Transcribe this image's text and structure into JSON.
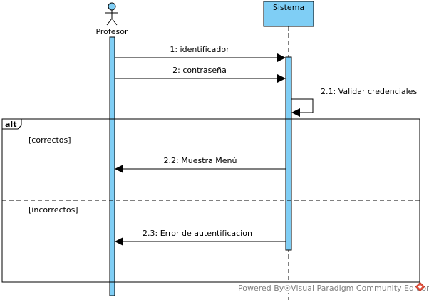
{
  "actor": {
    "name": "Profesor"
  },
  "system": {
    "name": "Sistema"
  },
  "messages": [
    {
      "label": "1: identificador"
    },
    {
      "label": "2: contraseña"
    },
    {
      "label": "2.1: Validar credenciales"
    },
    {
      "label": "2.2: Muestra Menú"
    },
    {
      "label": "2.3: Error de autentificacion"
    }
  ],
  "fragment": {
    "operator": "alt",
    "guards": [
      "[correctos]",
      "[incorrectos]"
    ]
  },
  "watermark": "Powered By☉Visual Paradigm Community Edition",
  "colors": {
    "lifeline_fill": "#7fcef5",
    "outline": "#000000",
    "watermark": "#808080",
    "logo": "#e0503c"
  }
}
